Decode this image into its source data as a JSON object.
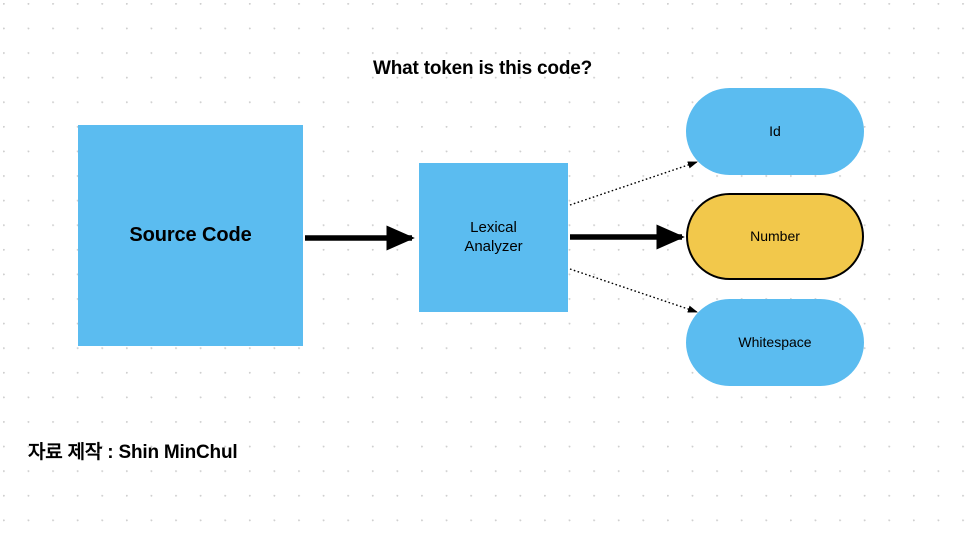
{
  "diagram": {
    "title": "What token is this code?",
    "credit": "자료 제작 : Shin MinChul",
    "colors": {
      "node_blue": "#5BBCF0",
      "node_yellow": "#F2C84B",
      "edge_black": "#000000",
      "grid_dot": "#CFCFCF",
      "background": "#FFFFFF"
    },
    "nodes": {
      "source_code": {
        "label": "Source Code",
        "shape": "rectangle",
        "fill": "#5BBCF0"
      },
      "lexical_analyzer": {
        "label_line1": "Lexical",
        "label_line2": "Analyzer",
        "shape": "rectangle",
        "fill": "#5BBCF0"
      },
      "token_id": {
        "label": "Id",
        "shape": "rounded-rectangle",
        "fill": "#5BBCF0"
      },
      "token_number": {
        "label": "Number",
        "shape": "rounded-rectangle",
        "fill": "#F2C84B",
        "highlighted": "true"
      },
      "token_whitespace": {
        "label": "Whitespace",
        "shape": "rounded-rectangle",
        "fill": "#5BBCF0"
      }
    },
    "edges": [
      {
        "from": "source_code",
        "to": "lexical_analyzer",
        "style": "solid",
        "arrow": "end"
      },
      {
        "from": "lexical_analyzer",
        "to": "token_id",
        "style": "dotted",
        "arrow": "end"
      },
      {
        "from": "lexical_analyzer",
        "to": "token_number",
        "style": "solid",
        "arrow": "end"
      },
      {
        "from": "lexical_analyzer",
        "to": "token_whitespace",
        "style": "dotted",
        "arrow": "end"
      }
    ]
  }
}
